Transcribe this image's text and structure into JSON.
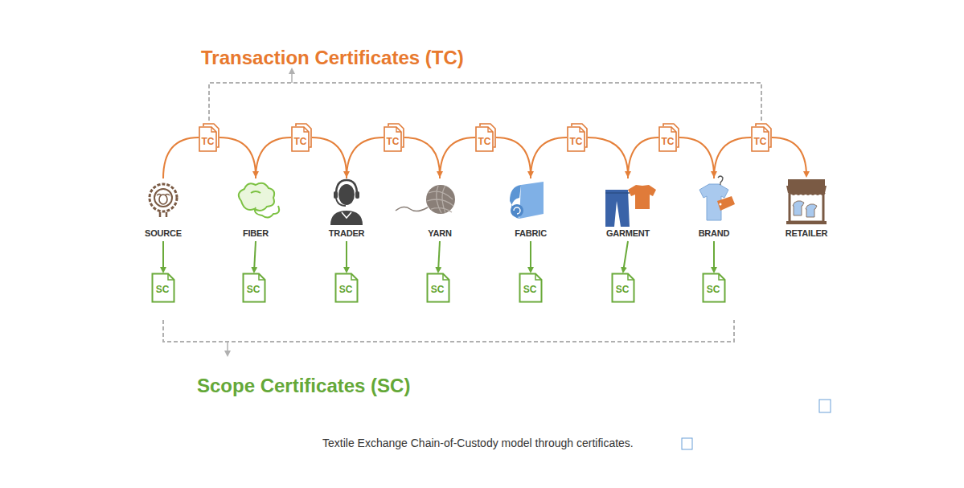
{
  "diagram": {
    "caption": "Textile Exchange Chain-of-Custody model through certificates.",
    "nodes": [
      {
        "text": [
          "SOURCE"
        ]
      },
      {
        "text": [
          "FIBER"
        ]
      },
      {
        "text": [
          "TRADER"
        ]
      },
      {
        "text": [
          "YARN"
        ]
      },
      {
        "text": [
          "FABRIC"
        ]
      },
      {
        "text": [
          "GARMENT"
        ]
      },
      {
        "text": [
          "BRAND"
        ]
      },
      {
        "text": [
          "RETAILER"
        ]
      },
      {
        "text": [
          "TC"
        ]
      },
      {
        "text": [
          "TC"
        ]
      },
      {
        "text": [
          "TC"
        ]
      },
      {
        "text": [
          "TC"
        ]
      },
      {
        "text": [
          "TC"
        ]
      },
      {
        "text": [
          "TC"
        ]
      },
      {
        "text": [
          "TC"
        ]
      },
      {
        "text": [
          "SC"
        ]
      },
      {
        "text": [
          "SC"
        ]
      },
      {
        "text": [
          "SC"
        ]
      },
      {
        "text": [
          "SC"
        ]
      },
      {
        "text": [
          "SC"
        ]
      },
      {
        "text": [
          "SC"
        ]
      },
      {
        "text": [
          "SC"
        ]
      }
    ],
    "edges": [
      {
        "from": 0,
        "to": 8,
        "arrow": "none"
      },
      {
        "from": 8,
        "to": 1,
        "arrow": "to"
      },
      {
        "from": 1,
        "to": 9,
        "arrow": "none"
      },
      {
        "from": 9,
        "to": 2,
        "arrow": "to"
      },
      {
        "from": 2,
        "to": 10,
        "arrow": "none"
      },
      {
        "from": 10,
        "to": 3,
        "arrow": "to"
      },
      {
        "from": 3,
        "to": 11,
        "arrow": "none"
      },
      {
        "from": 11,
        "to": 4,
        "arrow": "to"
      },
      {
        "from": 4,
        "to": 12,
        "arrow": "none"
      },
      {
        "from": 12,
        "to": 5,
        "arrow": "to"
      },
      {
        "from": 5,
        "to": 13,
        "arrow": "none"
      },
      {
        "from": 13,
        "to": 6,
        "arrow": "to"
      },
      {
        "from": 6,
        "to": 14,
        "arrow": "none"
      },
      {
        "from": 14,
        "to": 7,
        "arrow": "to"
      },
      {
        "from": 0,
        "to": 15,
        "arrow": "to"
      },
      {
        "from": 1,
        "to": 16,
        "arrow": "to"
      },
      {
        "from": 2,
        "to": 17,
        "arrow": "to"
      },
      {
        "from": 3,
        "to": 18,
        "arrow": "to"
      },
      {
        "from": 4,
        "to": 19,
        "arrow": "to"
      },
      {
        "from": 5,
        "to": 20,
        "arrow": "to"
      },
      {
        "from": 6,
        "to": 21,
        "arrow": "to"
      }
    ],
    "labels": [
      "Transaction Certificates (TC)",
      "Scope Certificates (SC)"
    ]
  }
}
